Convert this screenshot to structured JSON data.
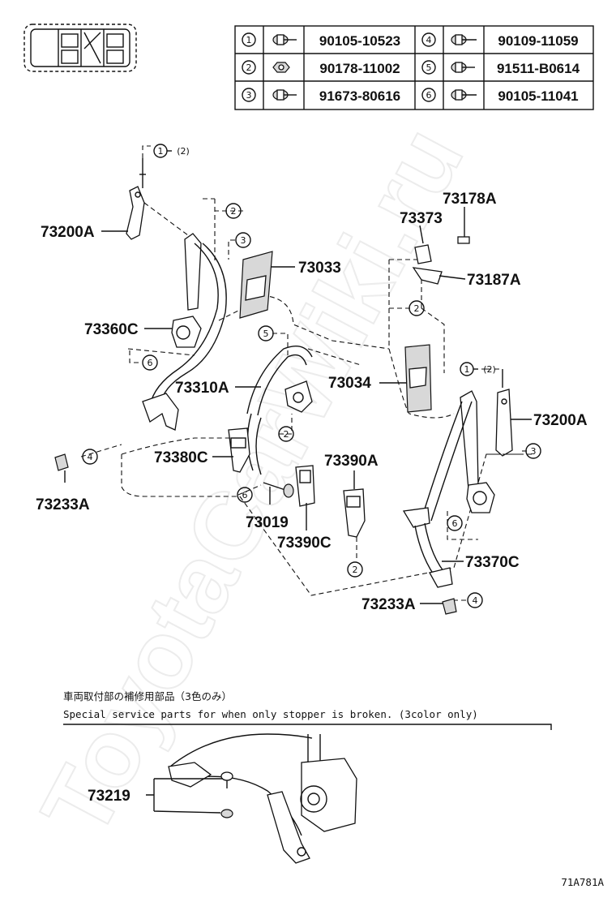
{
  "watermark": "ToyotaCarWiki.ru",
  "diagram_code": "71A781A",
  "fastener_table": [
    {
      "mark": "1",
      "icon": "bolt-with-washer-icon",
      "part": "90105-10523"
    },
    {
      "mark": "4",
      "icon": "bolt-with-washer-icon",
      "part": "90109-11059"
    },
    {
      "mark": "2",
      "icon": "nut-icon",
      "part": "90178-11002"
    },
    {
      "mark": "5",
      "icon": "bolt-with-washer-icon",
      "part": "91511-B0614"
    },
    {
      "mark": "3",
      "icon": "bolt-with-washer-icon",
      "part": "91673-80616"
    },
    {
      "mark": "6",
      "icon": "bolt-with-washer-icon",
      "part": "90105-11041"
    }
  ],
  "part_labels": {
    "p73200a_left": "73200A",
    "p73360c": "73360C",
    "p73033": "73033",
    "p73310a": "73310A",
    "p73380c": "73380C",
    "p73233a_left": "73233A",
    "p73019": "73019",
    "p73390c": "73390C",
    "p73390a": "73390A",
    "p73034": "73034",
    "p73373": "73373",
    "p73178a": "73178A",
    "p73187a": "73187A",
    "p73200a_right": "73200A",
    "p73370c": "73370C",
    "p73233a_right": "73233A",
    "p73219": "73219"
  },
  "callouts": {
    "c1_left": "1",
    "c2_left_paren": "(2)",
    "c2_a": "2",
    "c3_a": "3",
    "c5": "5",
    "c6_a": "6",
    "c4_a": "4",
    "c2_b": "2",
    "c6_b": "6",
    "c2_c": "2",
    "c2_d": "2",
    "c1_right": "1",
    "c2_right_paren": "(2)",
    "c3_b": "3",
    "c6_c": "6",
    "c4_b": "4"
  },
  "notes": {
    "japanese": "車両取付部の補修用部品（3色のみ）",
    "english": "Special service parts for when only stopper is broken. (3color only)"
  }
}
